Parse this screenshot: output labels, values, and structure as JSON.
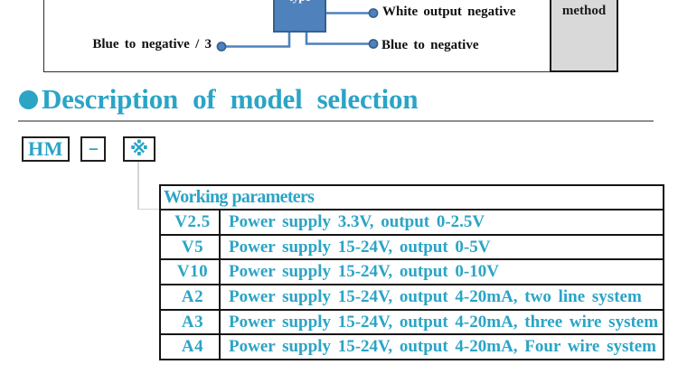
{
  "diagram": {
    "sensor_box_label": "type",
    "labels": {
      "blue_to_negative_3": "Blue to negative / 3",
      "white_output_negative": "White output negative",
      "blue_to_negative": "Blue to negative"
    },
    "method_cell_text": "method",
    "colors": {
      "wire": "#4f81bd",
      "wire_dark": "#36608c",
      "method_cell_bg": "#d9d9d9"
    }
  },
  "section": {
    "title": "Description of model selection",
    "accent_color": "#2ba4c6"
  },
  "model_code": {
    "prefix": "HM",
    "separator": "-",
    "placeholder_symbol": "※"
  },
  "table": {
    "header": "Working parameters",
    "rows": [
      {
        "code": "V2.5",
        "desc": "Power supply 3.3V, output 0-2.5V"
      },
      {
        "code": "V5",
        "desc": "Power supply 15-24V, output 0-5V"
      },
      {
        "code": "V10",
        "desc": "Power supply 15-24V, output 0-10V"
      },
      {
        "code": "A2",
        "desc": "Power supply 15-24V, output 4-20mA, two line system"
      },
      {
        "code": "A3",
        "desc": "Power supply 15-24V, output 4-20mA, three wire system"
      },
      {
        "code": "A4",
        "desc": "Power supply 15-24V, output 4-20mA, Four wire system"
      }
    ]
  }
}
